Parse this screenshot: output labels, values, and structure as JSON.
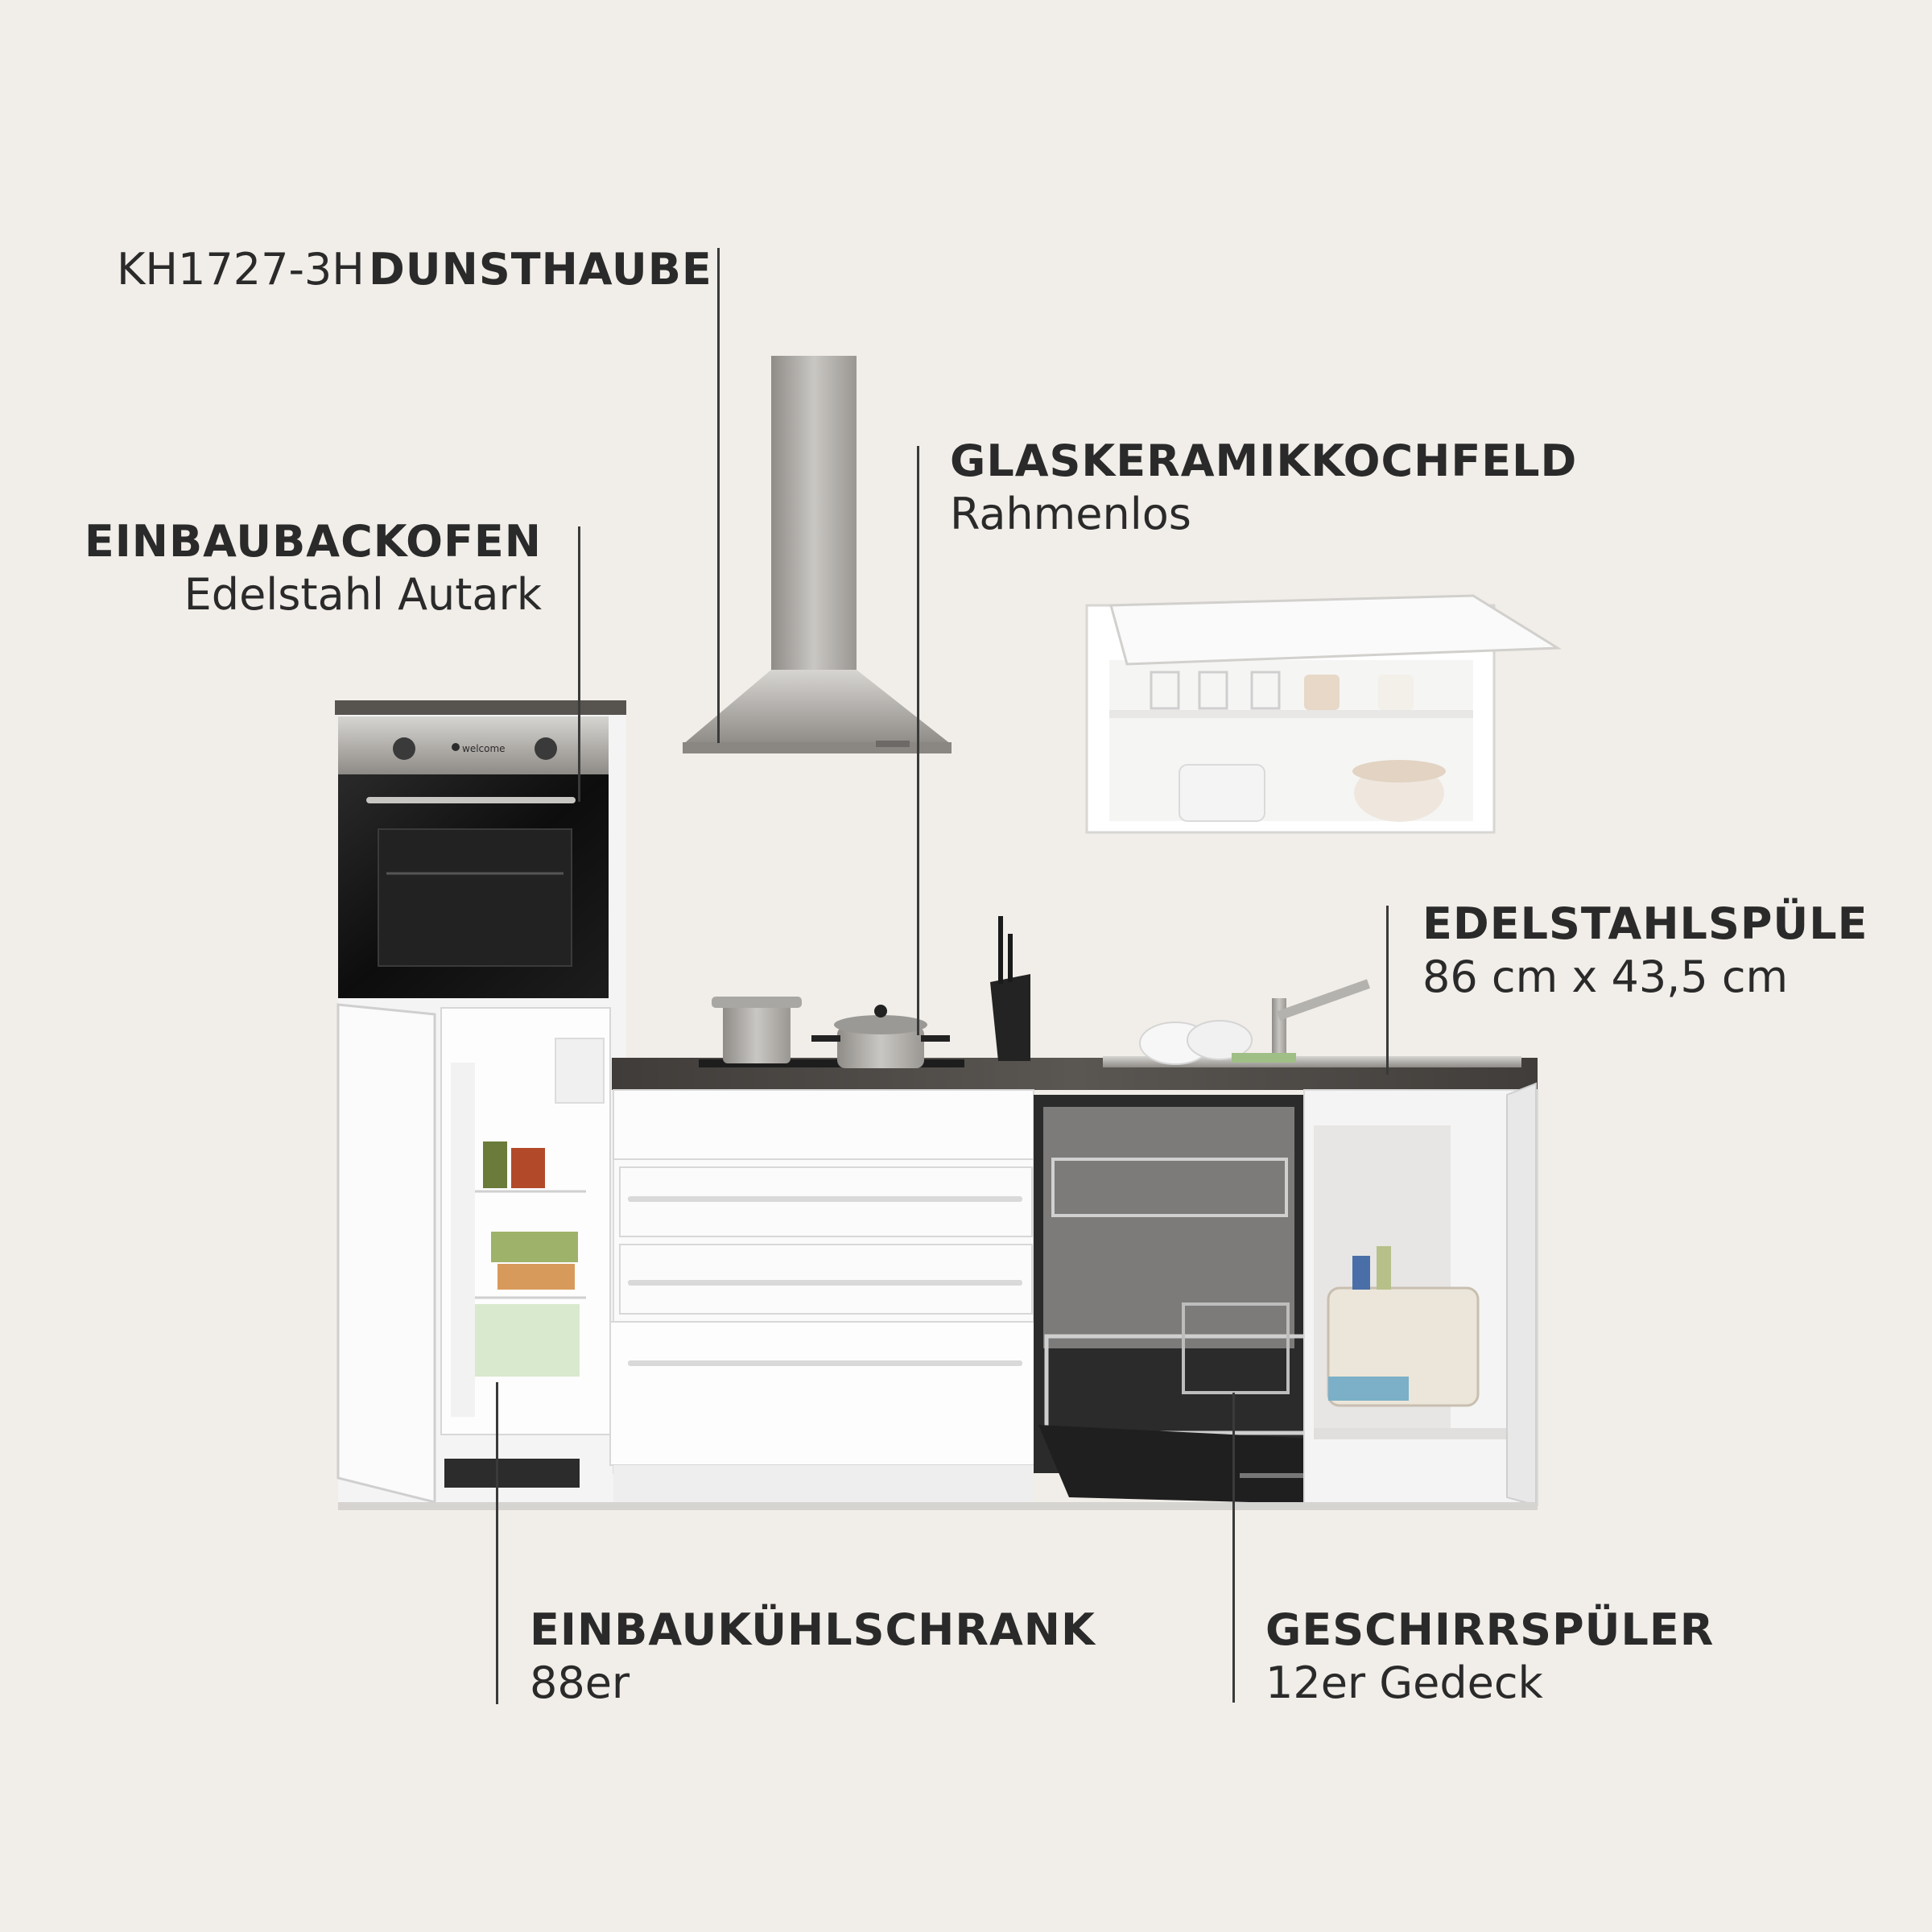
{
  "labels": {
    "hood": {
      "model": "KH1727-3H",
      "title": "DUNSTHAUBE"
    },
    "oven": {
      "title": "EINBAUBACKOFEN",
      "sub": "Edelstahl Autark"
    },
    "hob": {
      "title": "GLASKERAMIKKOCHFELD",
      "sub": "Rahmenlos"
    },
    "sink": {
      "title": "EDELSTAHLSPÜLE",
      "sub": "86 cm x 43,5 cm"
    },
    "fridge": {
      "title": "EINBAUKÜHLSCHRANK",
      "sub": "88er"
    },
    "dishwasher": {
      "title": "GESCHIRRSPÜLER",
      "sub": "12er Gedeck"
    }
  },
  "oven_brand": "welcome",
  "colors": {
    "background": "#f1ede8",
    "text": "#2a2a2a",
    "worktop": "#4a4744",
    "cabinet_white": "#fbfbfb",
    "steel": "#b9b7b3",
    "oven_glass": "#141414"
  }
}
